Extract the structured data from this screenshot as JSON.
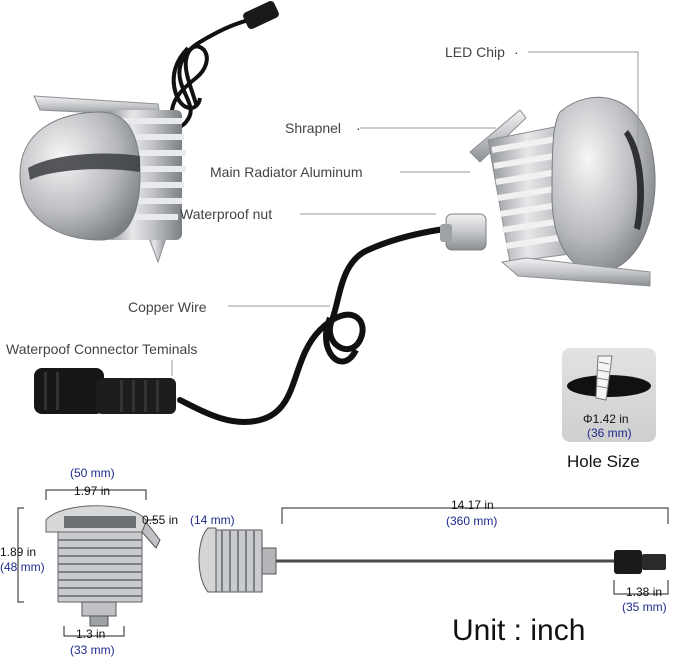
{
  "labels": {
    "led_chip": "LED Chip",
    "shrapnel": "Shrapnel",
    "radiator": "Main Radiator Aluminum",
    "waterproof_nut": "Waterproof nut",
    "copper_wire": "Copper Wire",
    "connector": "Waterpoof Connector Teminals"
  },
  "hole": {
    "diameter_in": "Φ1.42 in",
    "diameter_mm": "(36 mm)",
    "title": "Hole Size"
  },
  "dimensions": {
    "width_mm": "(50 mm)",
    "width_in": "1.97 in",
    "lip_in": "0.55 in",
    "lip_mm": "(14 mm)",
    "height_in": "1.89 in",
    "height_mm": "(48 mm)",
    "base_in": "1.3 in",
    "base_mm": "(33 mm)",
    "cable_in": "14.17 in",
    "cable_mm": "(360 mm)",
    "connector_in": "1.38 in",
    "connector_mm": "(35 mm)"
  },
  "unit": "Unit : inch",
  "colors": {
    "metal": "#c9cbce",
    "cable": "#111111",
    "blue_text": "#1f2a8a"
  }
}
